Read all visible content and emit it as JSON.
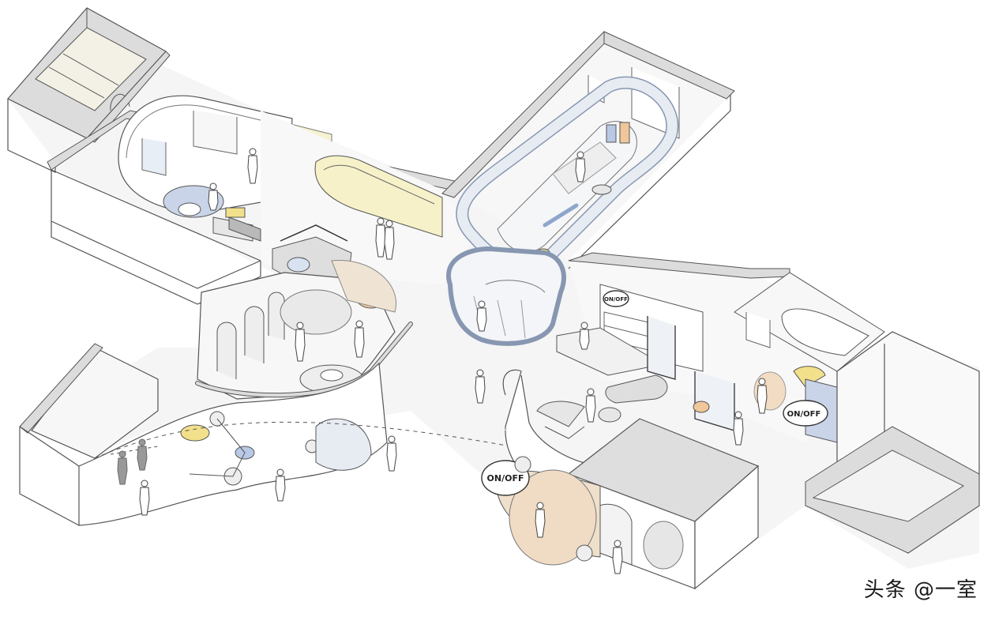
{
  "signs": {
    "sign_bottom": "ON/OFF",
    "sign_right": "ON/OFF",
    "sign_upper": "ON/OFF"
  },
  "watermark": "头条 @一室",
  "colors": {
    "wall_top": "#dcdcdc",
    "wall_side": "#ffffff",
    "floor": "#f4f4f4",
    "line": "#555555",
    "accent_blue": "#b9c8e4",
    "accent_yellow": "#f2e08a",
    "accent_orange": "#f0c79a",
    "accent_pale_yellow": "#f6f3d2",
    "glass": "#e7ecf3"
  }
}
